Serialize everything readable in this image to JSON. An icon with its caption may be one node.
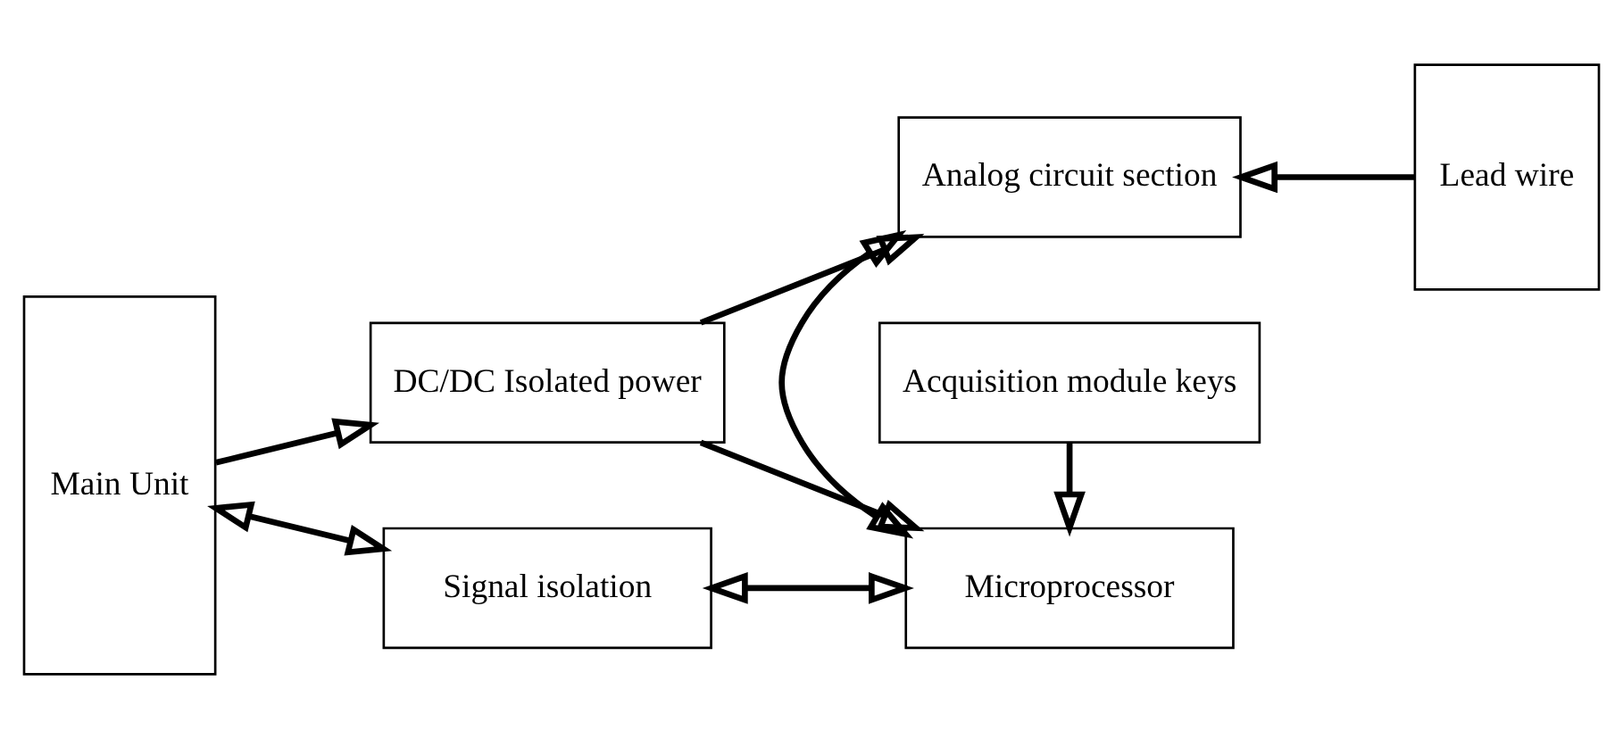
{
  "diagram": {
    "nodes": [
      {
        "text": [
          "Main Unit"
        ]
      },
      {
        "text": [
          "DC/DC Isolated power"
        ]
      },
      {
        "text": [
          "Analog circuit section"
        ]
      },
      {
        "text": [
          "Lead wire"
        ]
      },
      {
        "text": [
          "Signal isolation"
        ]
      },
      {
        "text": [
          "Microprocessor"
        ]
      },
      {
        "text": [
          "Acquisition module keys"
        ]
      }
    ],
    "edges": [
      {
        "from": 0,
        "to": 1,
        "arrow": "to"
      },
      {
        "from": 1,
        "to": 2,
        "arrow": "to"
      },
      {
        "from": 3,
        "to": 2,
        "arrow": "to"
      },
      {
        "from": 1,
        "to": 5,
        "arrow": "to"
      },
      {
        "from": 2,
        "to": 5,
        "arrow": "both"
      },
      {
        "from": 0,
        "to": 4,
        "arrow": "both"
      },
      {
        "from": 4,
        "to": 5,
        "arrow": "both"
      },
      {
        "from": 6,
        "to": 5,
        "arrow": "to"
      }
    ]
  }
}
